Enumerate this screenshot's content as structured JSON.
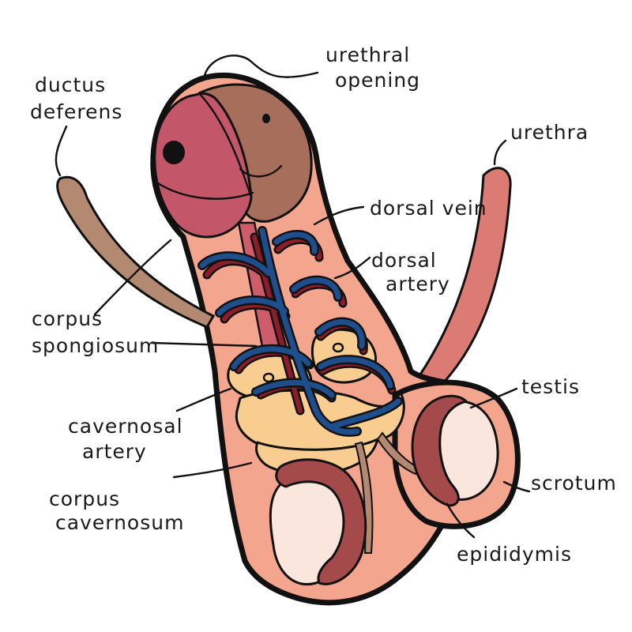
{
  "labels": {
    "ductus_line1": "ductus",
    "ductus_line2": "deferens",
    "urethral_line1": "urethral",
    "urethral_line2": "opening",
    "urethra": "urethra",
    "dorsal_vein": "dorsal vein",
    "dorsal_artery_line1": "dorsal",
    "dorsal_artery_line2": "artery",
    "spongiosum_line1": "corpus",
    "spongiosum_line2": "spongiosum",
    "cavernosal_line1": "cavernosal",
    "cavernosal_line2": "artery",
    "testis": "testis",
    "cavernosum_line1": "corpus",
    "cavernosum_line2": "cavernosum",
    "scrotum": "scrotum",
    "epididymis": "epididymis"
  },
  "colors": {
    "skin": "#f4a58d",
    "glans": "#c4566a",
    "glans_dark": "#a9445a",
    "foreskin": "#a86e5c",
    "ductus": "#b38a71",
    "urethra_tube": "#db7b74",
    "spongiosum_tube": "#cf5c6b",
    "vein": "#1f4e8c",
    "artery": "#8e1d2b",
    "cavernosum": "#f9cd8f",
    "epididymis": "#a54a4a",
    "testis": "#fbe6de"
  }
}
